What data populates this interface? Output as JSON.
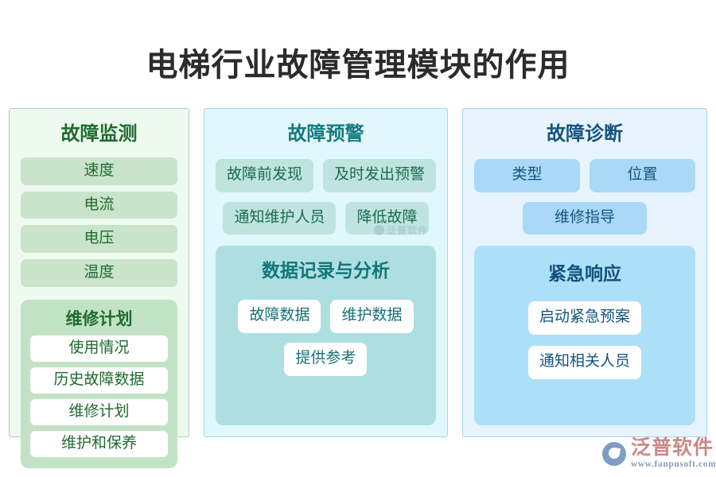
{
  "title": "电梯行业故障管理模块的作用",
  "columns": [
    {
      "id": "fault-monitoring",
      "heading": "故障监测",
      "theme": "green",
      "bars": [
        "速度",
        "电流",
        "电压",
        "温度"
      ],
      "subpanel": {
        "heading": "维修计划",
        "items": [
          "使用情况",
          "历史故障数据",
          "维修计划",
          "维护和保养"
        ]
      }
    },
    {
      "id": "fault-warning",
      "heading": "故障预警",
      "theme": "teal",
      "chips_row1": [
        "故障前发现",
        "及时发出预警"
      ],
      "chips_row2": [
        "通知维护人员",
        "降低故障"
      ],
      "subpanel": {
        "heading": "数据记录与分析",
        "chips_row1": [
          "故障数据",
          "维护数据"
        ],
        "chips_row2": [
          "提供参考"
        ]
      }
    },
    {
      "id": "fault-diagnosis",
      "heading": "故障诊断",
      "theme": "blue",
      "chips_row1": [
        "类型",
        "位置"
      ],
      "chips_row2": [
        "维修指导"
      ],
      "subpanel": {
        "heading": "紧急响应",
        "chips_row1": [
          "启动紧急预案"
        ],
        "chips_row2": [
          "通知相关人员"
        ]
      }
    }
  ],
  "watermark": {
    "text": "泛普软件"
  },
  "logo": {
    "name": "泛普软件",
    "url": "www.fanpusoft.com"
  },
  "colors": {
    "title": "#2b2b2b",
    "green_heading": "#1f6b2e",
    "teal_heading": "#157b80",
    "blue_heading": "#15537e",
    "green_panel_bg": "#eef9ef",
    "teal_panel_bg": "#e0f7fb",
    "blue_panel_bg": "#e7f4fd",
    "logo_text": "#c98a86"
  }
}
